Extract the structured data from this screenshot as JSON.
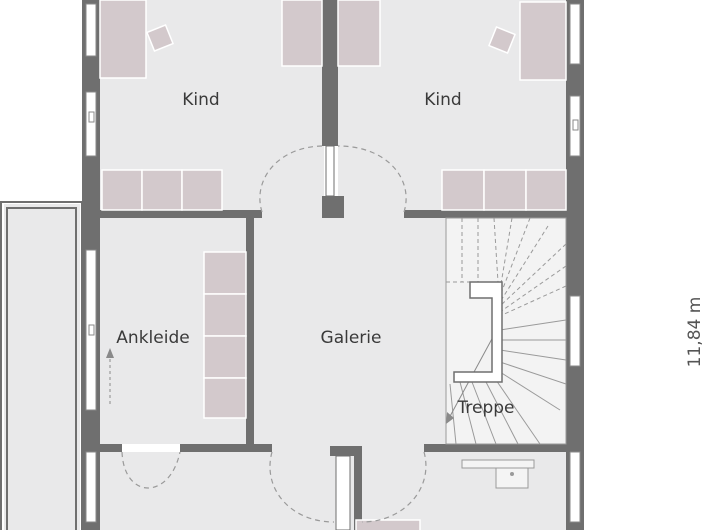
{
  "rooms": {
    "kind_left": "Kind",
    "kind_right": "Kind",
    "ankleide": "Ankleide",
    "galerie": "Galerie",
    "treppe": "Treppe"
  },
  "dimension": "11,84 m",
  "colors": {
    "wall": "#6f6f6f",
    "floor": "#e9e9ea",
    "furniture": "#d3c9cc",
    "furniture_stroke": "#ffffff",
    "dashed": "#9a9a9a",
    "window": "#ffffff"
  }
}
